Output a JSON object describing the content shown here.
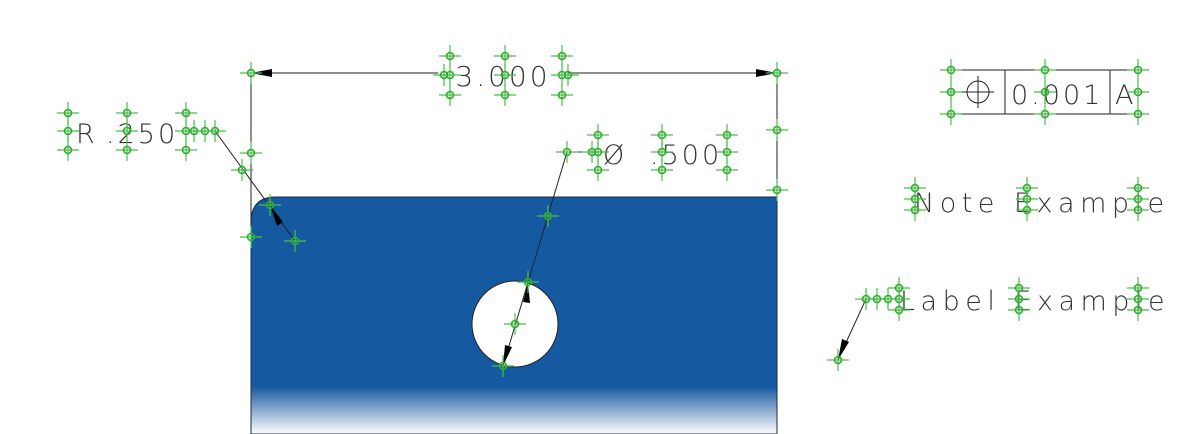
{
  "drawing": {
    "part_color": "#155aa0",
    "handle_color": "#2fae2f",
    "dimensions": {
      "width_dim": "3.000",
      "radius_prefix": "R",
      "radius_value": ".250",
      "diameter_symbol": "Ø",
      "diameter_value": ".500"
    },
    "feature_control_frame": {
      "symbol": "⌖",
      "symbol_name": "position-icon",
      "tolerance": "0.001",
      "datum": "A"
    },
    "note": "Note Example",
    "label": "Label Example"
  }
}
